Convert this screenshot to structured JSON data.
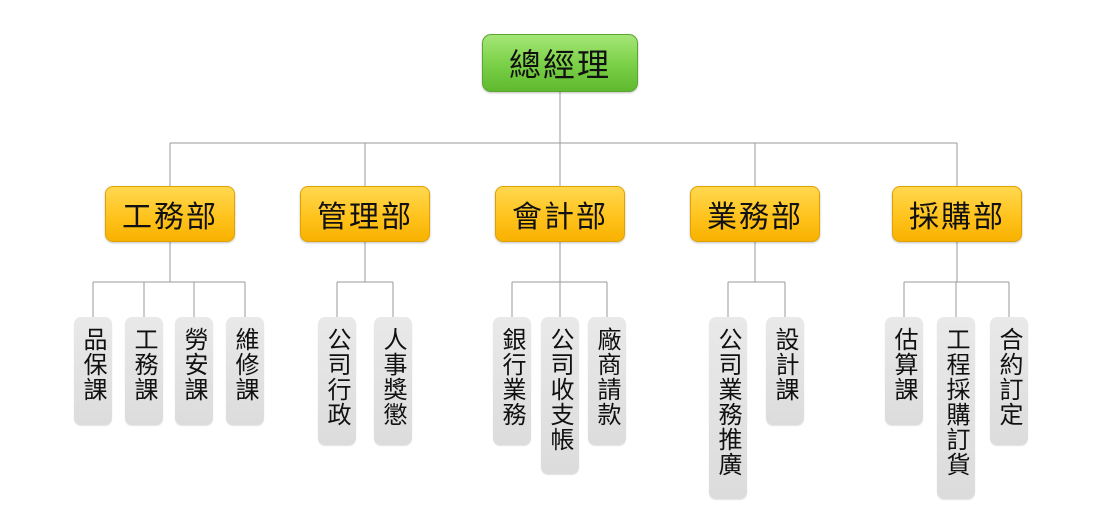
{
  "org_chart": {
    "root": {
      "label": "總經理"
    },
    "departments": [
      {
        "label": "工務部",
        "units": [
          "品保課",
          "工務課",
          "勞安課",
          "維修課"
        ]
      },
      {
        "label": "管理部",
        "units": [
          "公司行政",
          "人事獎懲"
        ]
      },
      {
        "label": "會計部",
        "units": [
          "銀行業務",
          "公司收支帳",
          "廠商請款"
        ]
      },
      {
        "label": "業務部",
        "units": [
          "公司業務推廣",
          "設計課"
        ]
      },
      {
        "label": "採購部",
        "units": [
          "估算課",
          "工程採購訂貨",
          "合約訂定"
        ]
      }
    ]
  },
  "colors": {
    "root_fill": "#79cf45",
    "department_fill": "#ffc31d",
    "unit_fill": "#e2e2e2",
    "connector": "#9a9a9a"
  }
}
